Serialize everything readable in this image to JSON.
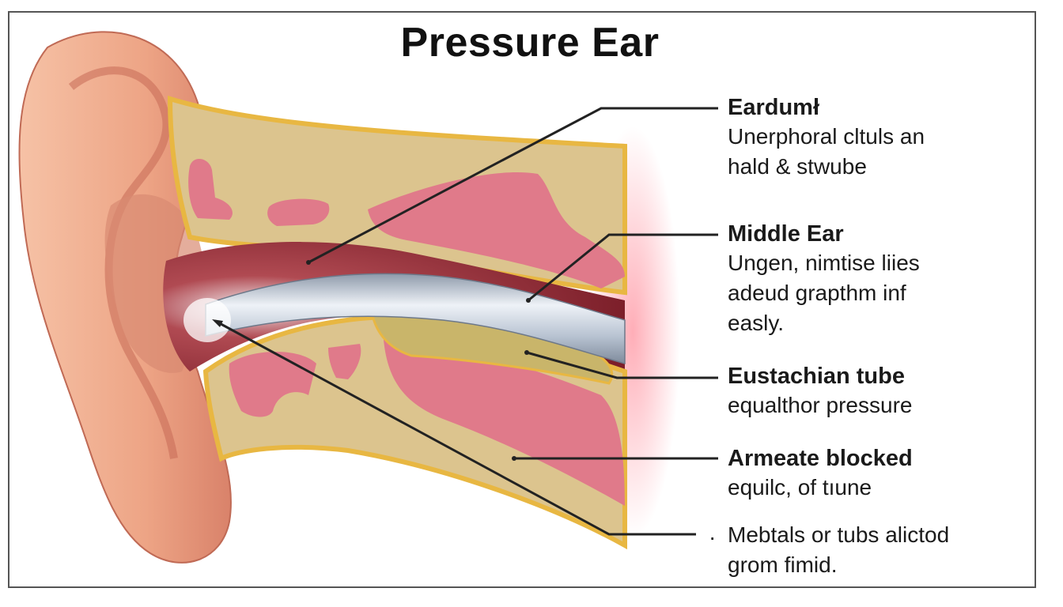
{
  "title": "Pressure Ear",
  "labels": [
    {
      "heading": "Eardumł",
      "description": "Unerphoral cltuls an\nhald & stwube"
    },
    {
      "heading": "Middle Ear",
      "description": "Ungen, nimtise liies\nadeud grapthm inf\neasly."
    },
    {
      "heading": "Eustachian tube",
      "description": "equalthor pressure"
    },
    {
      "heading": "Armeate blocked",
      "description": "equilc, of tıune"
    },
    {
      "heading": "",
      "description": "Mebtals or tubs alictod\ngrom fimid."
    }
  ],
  "bullet_glyph": "·",
  "colors": {
    "skin": "#f0b294",
    "skin_shadow": "#c9745c",
    "bone": "#dcc48e",
    "tissue": "#e07a8a",
    "canal_dark": "#8e2c36",
    "tube": "#b9c4d2",
    "leader": "#222222"
  }
}
